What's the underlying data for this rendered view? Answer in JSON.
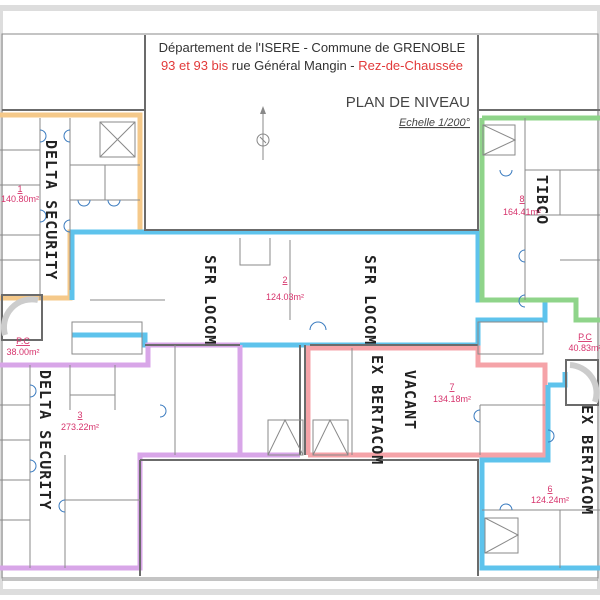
{
  "header": {
    "line1": "Département de l'ISERE  -  Commune de GRENOBLE",
    "line2_red_a": "93 et 93 bis",
    "line2_black": " rue Général Mangin - ",
    "line2_red_b": "Rez-de-Chaussée",
    "plan_title": "PLAN DE NIVEAU",
    "scale": "Echelle 1/200°"
  },
  "rooms": [
    {
      "tenant": "DELTA SECURITY",
      "number": "1",
      "area": "140.80m²"
    },
    {
      "tenant": "SFR LOCOM",
      "number": "2",
      "area": "124.03m²"
    },
    {
      "tenant": "SFR LOCOM",
      "number": "",
      "area": ""
    },
    {
      "tenant": "DELTA SECURITY",
      "number": "3",
      "area": "273.22m²"
    },
    {
      "tenant": "",
      "number": "P.C",
      "area": "38.00m²"
    },
    {
      "tenant": "TIBCO",
      "number": "8",
      "area": "164.41m²"
    },
    {
      "tenant": "",
      "number": "P.C",
      "area": "40.83m²"
    },
    {
      "tenant": "VACANT",
      "subtenant": "EX BERTACOM",
      "number": "7",
      "area": "134.18m²"
    },
    {
      "tenant": "EX BERTACOM",
      "number": "6",
      "area": "124.24m²"
    }
  ],
  "colors": {
    "delta_top": "#f5c98a",
    "sfr": "#5ec3ec",
    "tibco": "#8fd48a",
    "delta_bottom": "#d8a6e8",
    "vacant": "#f5a3a8",
    "bertacom": "#5ec3ec",
    "area_text": "#d6336c"
  }
}
